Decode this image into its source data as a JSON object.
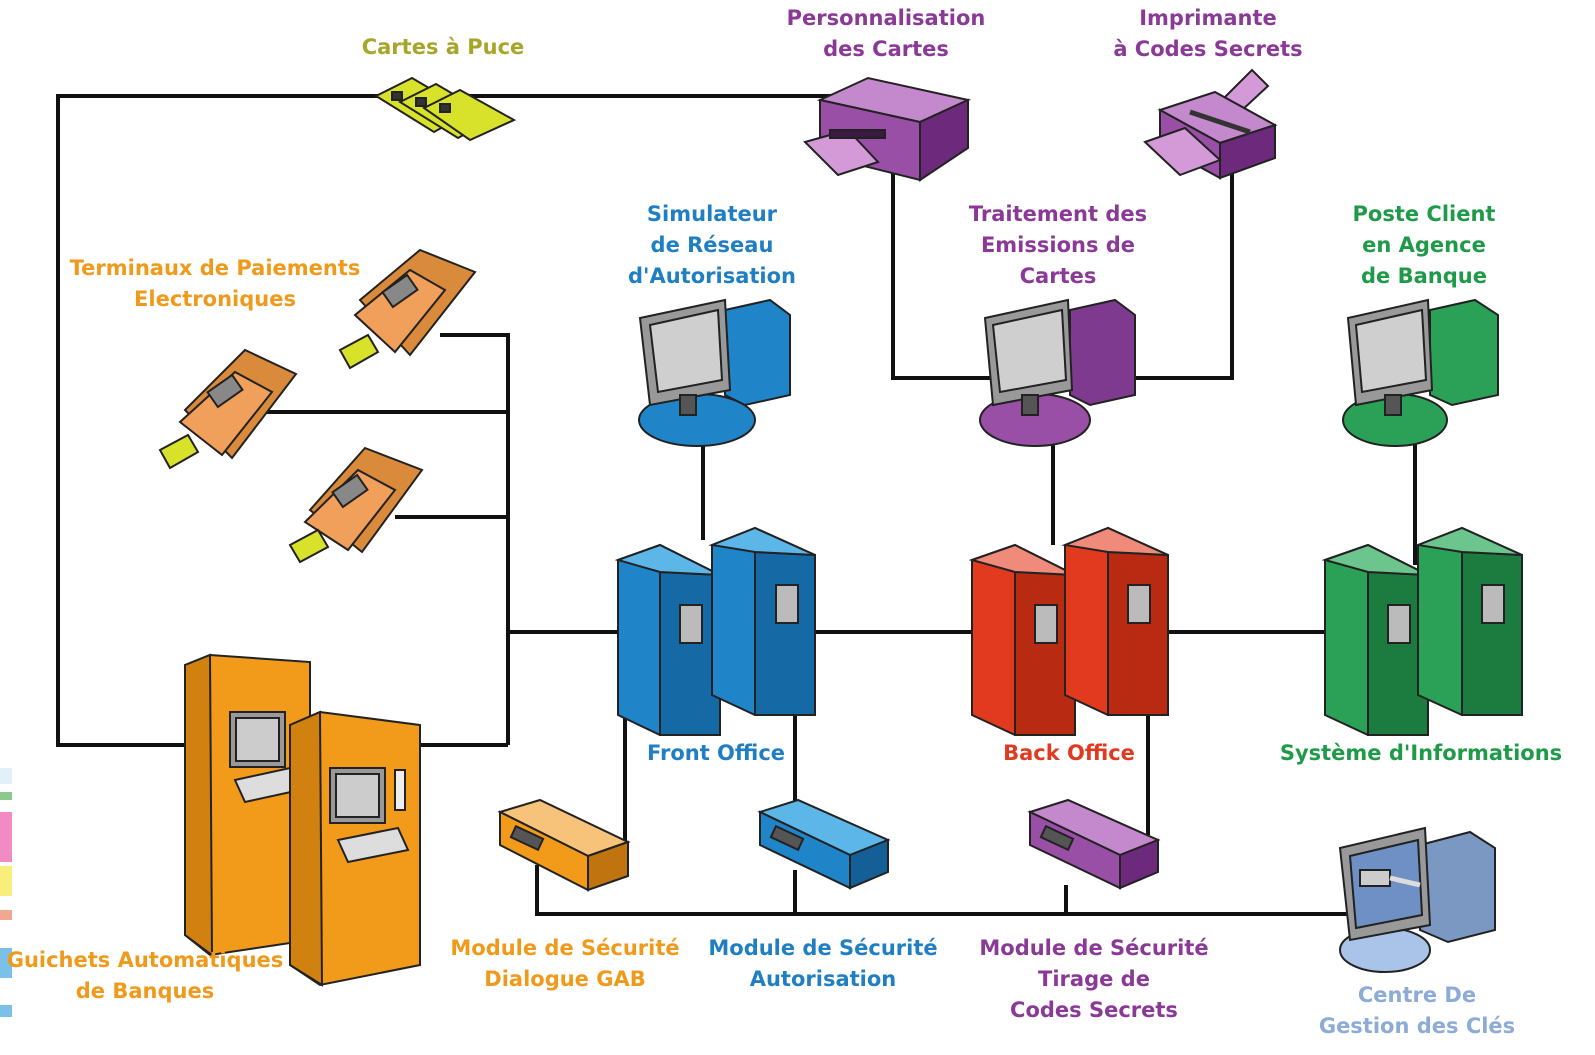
{
  "labels": {
    "cartes_puce": [
      "Cartes à Puce"
    ],
    "personnalisation": [
      "Personnalisation",
      "des Cartes"
    ],
    "imprimante": [
      "Imprimante",
      "à Codes Secrets"
    ],
    "terminaux": [
      "Terminaux de Paiements",
      "Electroniques"
    ],
    "simulateur": [
      "Simulateur",
      "de Réseau",
      "d'Autorisation"
    ],
    "traitement": [
      "Traitement des",
      "Emissions de",
      "Cartes"
    ],
    "poste_client": [
      "Poste Client",
      "en Agence",
      "de Banque"
    ],
    "front_office": [
      "Front Office"
    ],
    "back_office": [
      "Back Office"
    ],
    "systeme": [
      "Système d'Informations"
    ],
    "guichets": [
      "Guichets Automatiques",
      "de Banques"
    ],
    "module_gab": [
      "Module de Sécurité",
      "Dialogue GAB"
    ],
    "module_auth": [
      "Module de Sécurité",
      "Autorisation"
    ],
    "module_tirage": [
      "Module de Sécurité",
      "Tirage de",
      "Codes Secrets"
    ],
    "centre_cles": [
      "Centre De",
      "Gestion des Clés"
    ]
  },
  "colors": {
    "line": "#111111",
    "yellow": "#d9e22a",
    "purple": "#a55eb0",
    "blue": "#1f84c8",
    "green": "#2aa157",
    "orange": "#f29a1a",
    "red": "#e13a1e",
    "light_blue": "#a9c4e8"
  }
}
